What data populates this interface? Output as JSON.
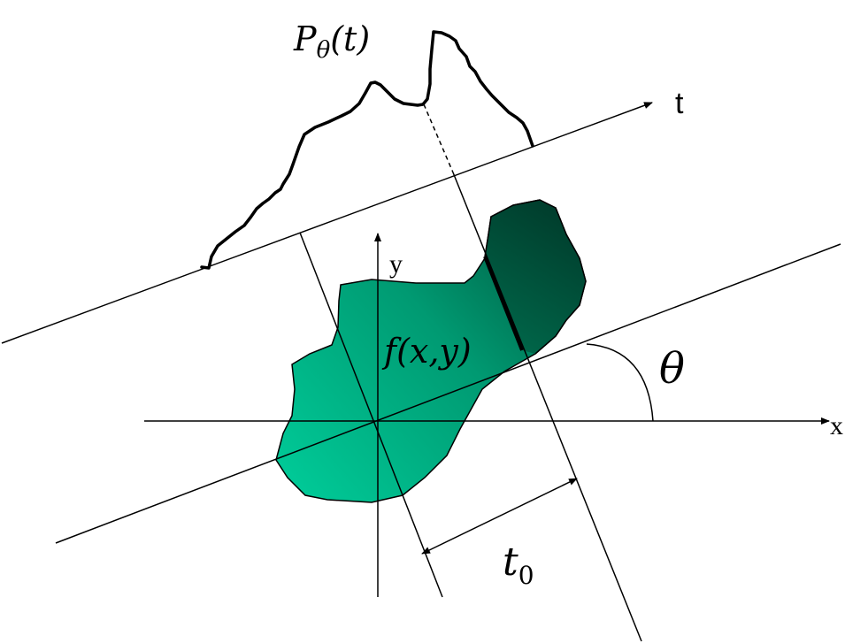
{
  "labels": {
    "projection": {
      "main": "P",
      "sub": "θ",
      "arg": "(t)"
    },
    "t_axis": "t",
    "y_axis": "y",
    "x_axis": "x",
    "function": "f(x,y)",
    "angle": "θ",
    "offset": {
      "main": "t",
      "sub": "0"
    }
  },
  "colors": {
    "stroke": "#000000",
    "object_light": "#00c896",
    "object_mid": "#009e74",
    "object_dark": "#004a35",
    "background": "#ffffff"
  }
}
